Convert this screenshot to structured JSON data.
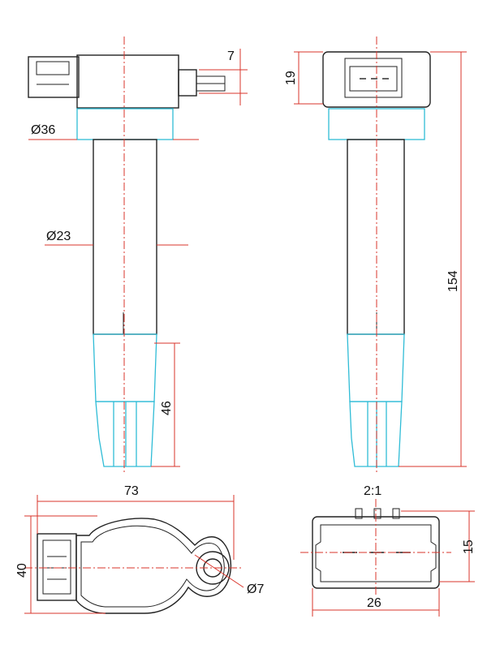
{
  "colors": {
    "outline": "#222222",
    "dimension": "#d9342b",
    "boot": "#2fbcd6",
    "background": "#ffffff"
  },
  "dimensions": {
    "terminal_height": "7",
    "connector_height": "19",
    "boss_diameter": "Ø36",
    "body_diameter": "Ø23",
    "overall_length": "154",
    "boot_length": "46",
    "footprint_width": "73",
    "footprint_depth": "40",
    "bolt_hole_diameter": "Ø7",
    "connector_width": "26",
    "connector_depth": "15",
    "detail_scale": "2:1"
  }
}
